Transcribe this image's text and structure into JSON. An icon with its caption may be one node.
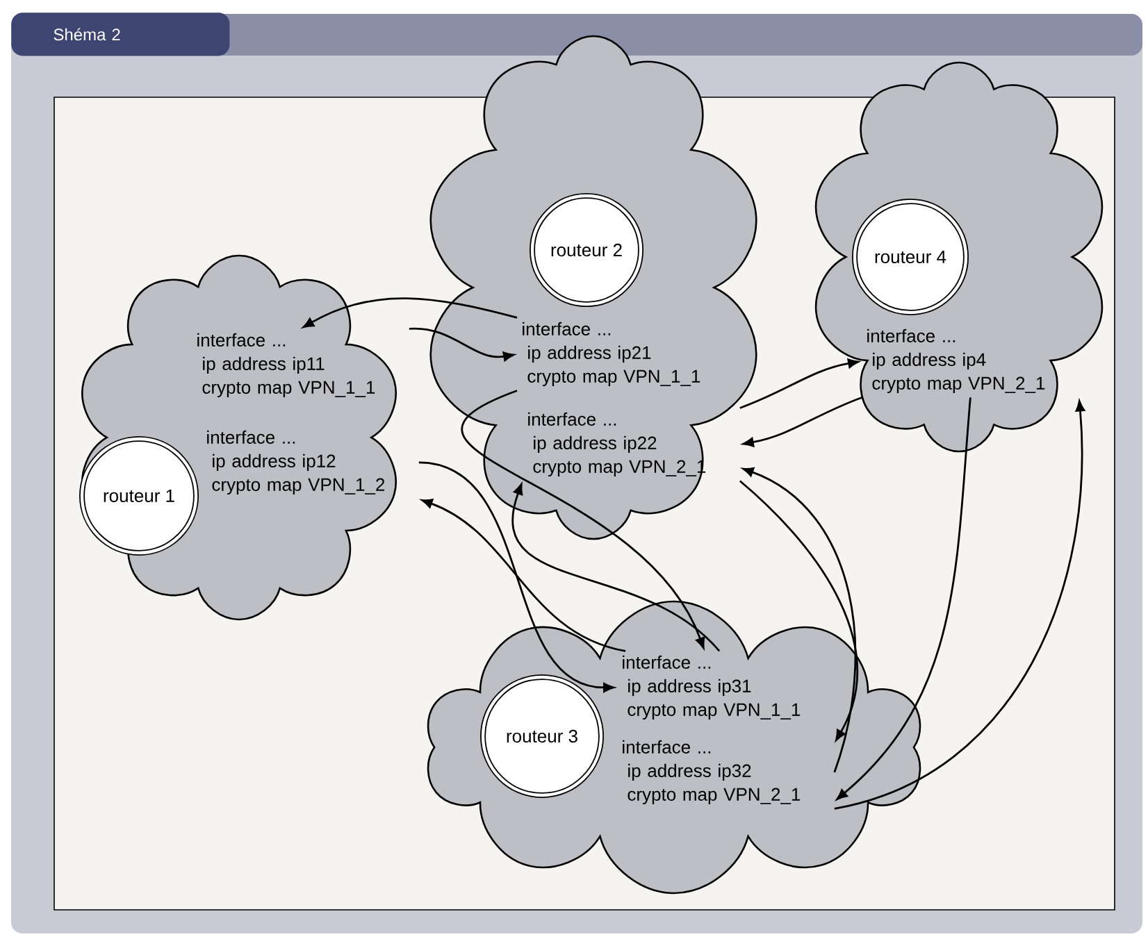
{
  "diagram": {
    "title": "Shéma 2",
    "nodes": [
      {
        "text": [],
        "shape": "cloud"
      },
      {
        "text": [
          "routeur 1"
        ],
        "in": 0
      },
      {
        "text": [
          "interface ...",
          "ip address ip11",
          "crypto map VPN_1_1"
        ],
        "in": 0
      },
      {
        "text": [
          "interface ...",
          "ip address ip12",
          "crypto map VPN_1_2"
        ],
        "in": 0
      },
      {
        "text": [],
        "shape": "cloud"
      },
      {
        "text": [
          "routeur 2"
        ],
        "in": 4
      },
      {
        "text": [
          "interface ...",
          "ip address ip21",
          "crypto map VPN_1_1"
        ],
        "in": 4
      },
      {
        "text": [
          "interface ...",
          "ip address ip22",
          "crypto map VPN_2_1"
        ],
        "in": 4
      },
      {
        "text": [],
        "shape": "cloud"
      },
      {
        "text": [
          "routeur 4"
        ],
        "in": 8
      },
      {
        "text": [
          "interface ...",
          "ip address ip4",
          "crypto map VPN_2_1"
        ],
        "in": 8
      },
      {
        "text": [],
        "shape": "cloud"
      },
      {
        "text": [
          "routeur 3"
        ],
        "in": 11
      },
      {
        "text": [
          "interface ...",
          "ip address ip31",
          "crypto map VPN_1_1"
        ],
        "in": 11
      },
      {
        "text": [
          "interface ...",
          "ip address ip32",
          "crypto map VPN_2_1"
        ],
        "in": 11
      }
    ],
    "edges": [
      {
        "from": 6,
        "to": 2,
        "arrow": "to"
      },
      {
        "from": 2,
        "to": 6,
        "arrow": "to"
      },
      {
        "from": 3,
        "to": 13,
        "arrow": "to"
      },
      {
        "from": 13,
        "to": 3,
        "arrow": "to"
      },
      {
        "from": 6,
        "to": 13,
        "arrow": "to"
      },
      {
        "from": 13,
        "to": 7,
        "arrow": "to"
      },
      {
        "from": 7,
        "to": 10,
        "arrow": "to"
      },
      {
        "from": 10,
        "to": 7,
        "arrow": "to"
      },
      {
        "from": 7,
        "to": 14,
        "arrow": "to"
      },
      {
        "from": 14,
        "to": 7,
        "arrow": "to"
      },
      {
        "from": 10,
        "to": 14,
        "arrow": "to"
      },
      {
        "from": 14,
        "to": 10,
        "arrow": "to"
      }
    ]
  }
}
